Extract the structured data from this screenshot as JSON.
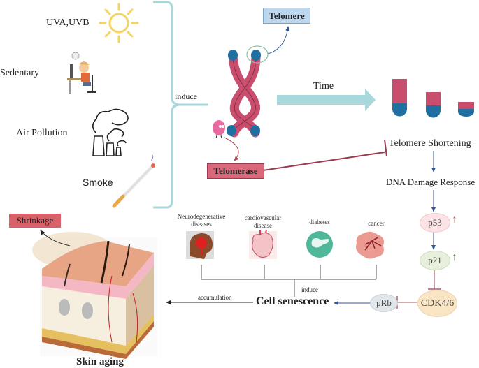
{
  "risk_factors": {
    "uva_uvb": "UVA,UVB",
    "sedentary": "Sedentary",
    "air_pollution": "Air Pollution",
    "smoke": "Smoke",
    "induce": "induce"
  },
  "telomere_section": {
    "telomere_label": "Telomere",
    "telomerase_label": "Telomerase",
    "time_label": "Time",
    "telomere_shortening": "Telomere Shortening",
    "dna_damage_response": "DNA Damage Response"
  },
  "pathway": {
    "p53": "p53",
    "p21": "p21",
    "cdk": "CDK4/6",
    "prb": "pRb",
    "p53_trend": "↑",
    "p21_trend": "↑"
  },
  "diseases": [
    {
      "label": "Neurodegenerative diseases",
      "icon": "brain-icon"
    },
    {
      "label": "cardiovascular disease",
      "icon": "heart-icon"
    },
    {
      "label": "diabetes",
      "icon": "pancreas-icon"
    },
    {
      "label": "cancer",
      "icon": "tumor-icon"
    }
  ],
  "senescence": {
    "cell_senescence": "Cell senescence",
    "induce": "induce",
    "accumulation": "accumulation"
  },
  "skin": {
    "shrinkage": "Shrinkage",
    "skin_aging": "Skin aging"
  },
  "colors": {
    "telomere_box": "#bdd7ee",
    "telomerase_box": "#d9687a",
    "shrinkage_box": "#d9626a",
    "chromosome": "#c94d6d",
    "telomere_cap": "#1f6fa0",
    "brace": "#a8d8dc",
    "time_arrow": "#a8d8dc",
    "p53_fill": "#fbe3e6",
    "p21_fill": "#e6f0dc",
    "cdk_fill": "#f9e4c4",
    "prb_fill": "#e1e6ea",
    "inhibit_line": "#9b3950"
  }
}
